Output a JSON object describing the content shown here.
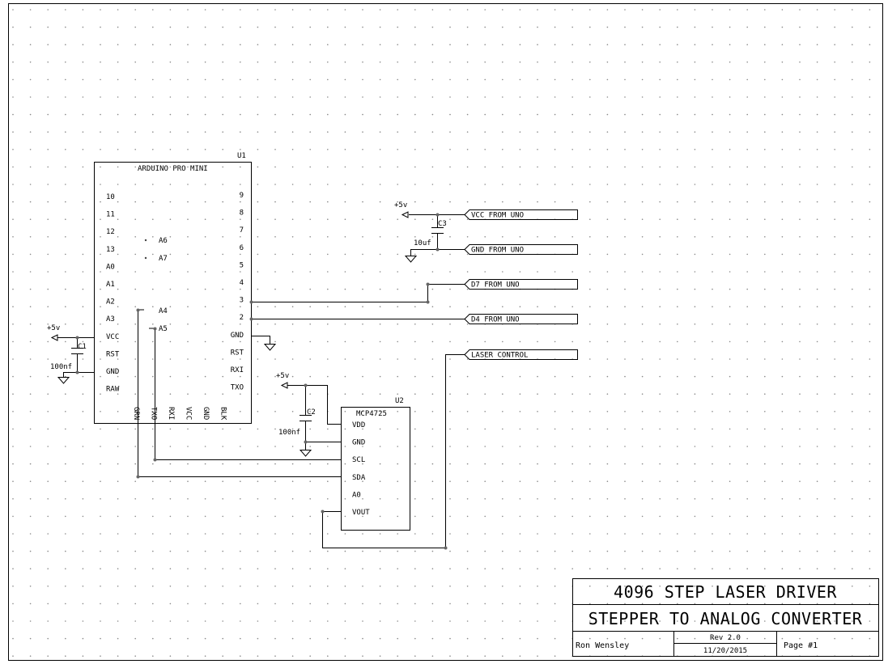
{
  "title_block": {
    "title": "4096 STEP LASER DRIVER",
    "subtitle": "STEPPER TO ANALOG CONVERTER",
    "author": "Ron Wensley",
    "revision": "Rev 2.0",
    "date": "11/20/2015",
    "page": "Page #1"
  },
  "u1": {
    "designator": "U1",
    "name": "ARDUINO PRO MINI",
    "left_pins": [
      "10",
      "11",
      "12",
      "13",
      "A0",
      "A1",
      "A2",
      "A3",
      "VCC",
      "RST",
      "GND",
      "RAW"
    ],
    "right_pins": [
      "9",
      "8",
      "7",
      "6",
      "5",
      "4",
      "3",
      "2",
      "GND",
      "RST",
      "RXI",
      "TXO"
    ],
    "inner_pins": [
      "A6",
      "A7",
      "A4",
      "A5"
    ],
    "bottom_pins": [
      "GRN",
      "TXO",
      "RXI",
      "VCC",
      "GND",
      "BLK"
    ]
  },
  "u2": {
    "designator": "U2",
    "name": "MCP4725",
    "pins": [
      "VDD",
      "GND",
      "SCL",
      "SDA",
      "A0",
      "VOUT"
    ]
  },
  "components": {
    "c1": {
      "designator": "C1",
      "value": "100nf"
    },
    "c2": {
      "designator": "C2",
      "value": "100nf"
    },
    "c3": {
      "designator": "C3",
      "value": "10uf"
    }
  },
  "power": {
    "plus5": "+5v"
  },
  "ports": [
    "VCC FROM UNO",
    "GND FROM UNO",
    "D7 FROM UNO",
    "D4 FROM UNO",
    "LASER CONTROL"
  ]
}
